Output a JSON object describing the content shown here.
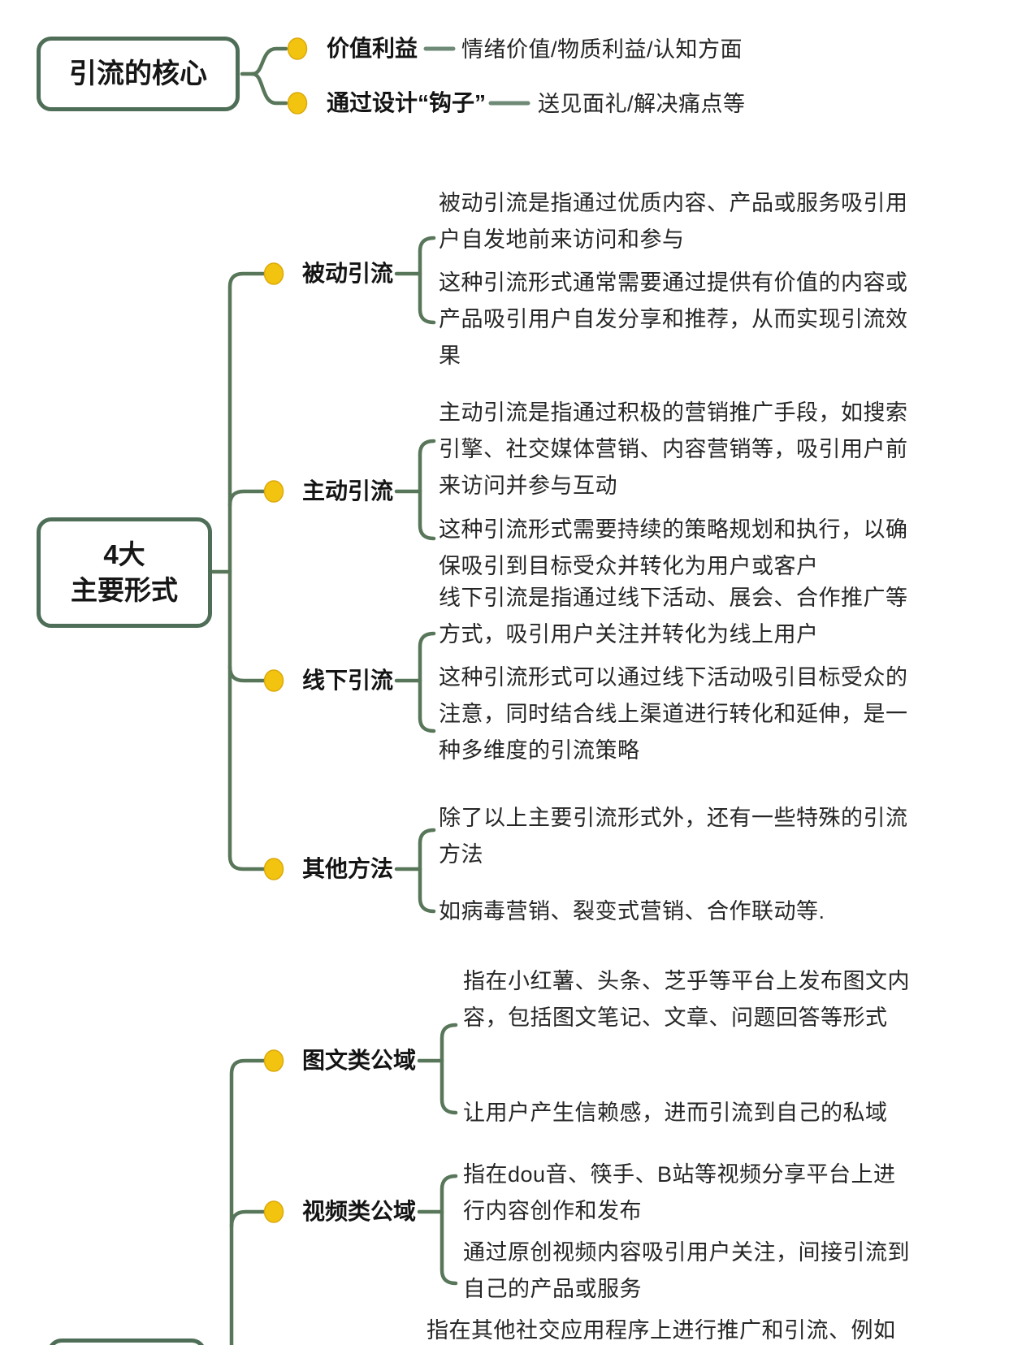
{
  "meta": {
    "kind": "mindmap",
    "topic": "引流 (traffic generation) mind map"
  },
  "colors": {
    "node_border_green": "#4e6e57",
    "connector_green": "#587659",
    "dash_green": "#6e8a76",
    "bullet_yellow": "#F2C40F",
    "text_dark": "#262626",
    "background": "#ffffff"
  },
  "icons": {
    "bullet_icon": "filled-gold-circle"
  },
  "tree1": {
    "root": "引流的核心",
    "branches": [
      {
        "label": "价值利益",
        "detail": "情绪价值/物质利益/认知方面"
      },
      {
        "label": "通过设计“钩子”",
        "detail": "送见面礼/解决痛点等"
      }
    ]
  },
  "tree2": {
    "root": "4大\n主要形式",
    "branches": [
      {
        "label": "被动引流",
        "p1": "被动引流是指通过优质内容、产品或服务吸引用\n户自发地前来访问和参与",
        "p2": "这种引流形式通常需要通过提供有价值的内容或\n产品吸引用户自发分享和推荐，从而实现引流效\n果"
      },
      {
        "label": "主动引流",
        "p1": "主动引流是指通过积极的营销推广手段，如搜索\n引擎、社交媒体营销、内容营销等，吸引用户前\n来访问并参与互动",
        "p2": "这种引流形式需要持续的策略规划和执行，以确\n保吸引到目标受众并转化为用户或客户"
      },
      {
        "label": "线下引流",
        "p1": "线下引流是指通过线下活动、展会、合作推广等\n方式，吸引用户关注并转化为线上用户",
        "p2": "这种引流形式可以通过线下活动吸引目标受众的\n注意，同时结合线上渠道进行转化和延伸，是一\n种多维度的引流策略"
      },
      {
        "label": "其他方法",
        "p1": "除了以上主要引流形式外，还有一些特殊的引流\n方法",
        "p2": "如病毒营销、裂变式营销、合作联动等."
      }
    ]
  },
  "tree3": {
    "root_partial": "",
    "branches": [
      {
        "label": "图文类公域",
        "p1": "指在小红薯、头条、芝乎等平台上发布图文内\n容，包括图文笔记、文章、问题回答等形式",
        "p2": "让用户产生信赖感，进而引流到自己的私域"
      },
      {
        "label": "视频类公域",
        "p1": "指在dou音、筷手、B站等视频分享平台上进\n行内容创作和发布",
        "p2": "通过原创视频内容吸引用户关注，间接引流到\n自己的产品或服务"
      },
      {
        "label": "",
        "p1": "指在其他社交应用程序上进行推广和引流、例如",
        "p2": ""
      }
    ]
  }
}
